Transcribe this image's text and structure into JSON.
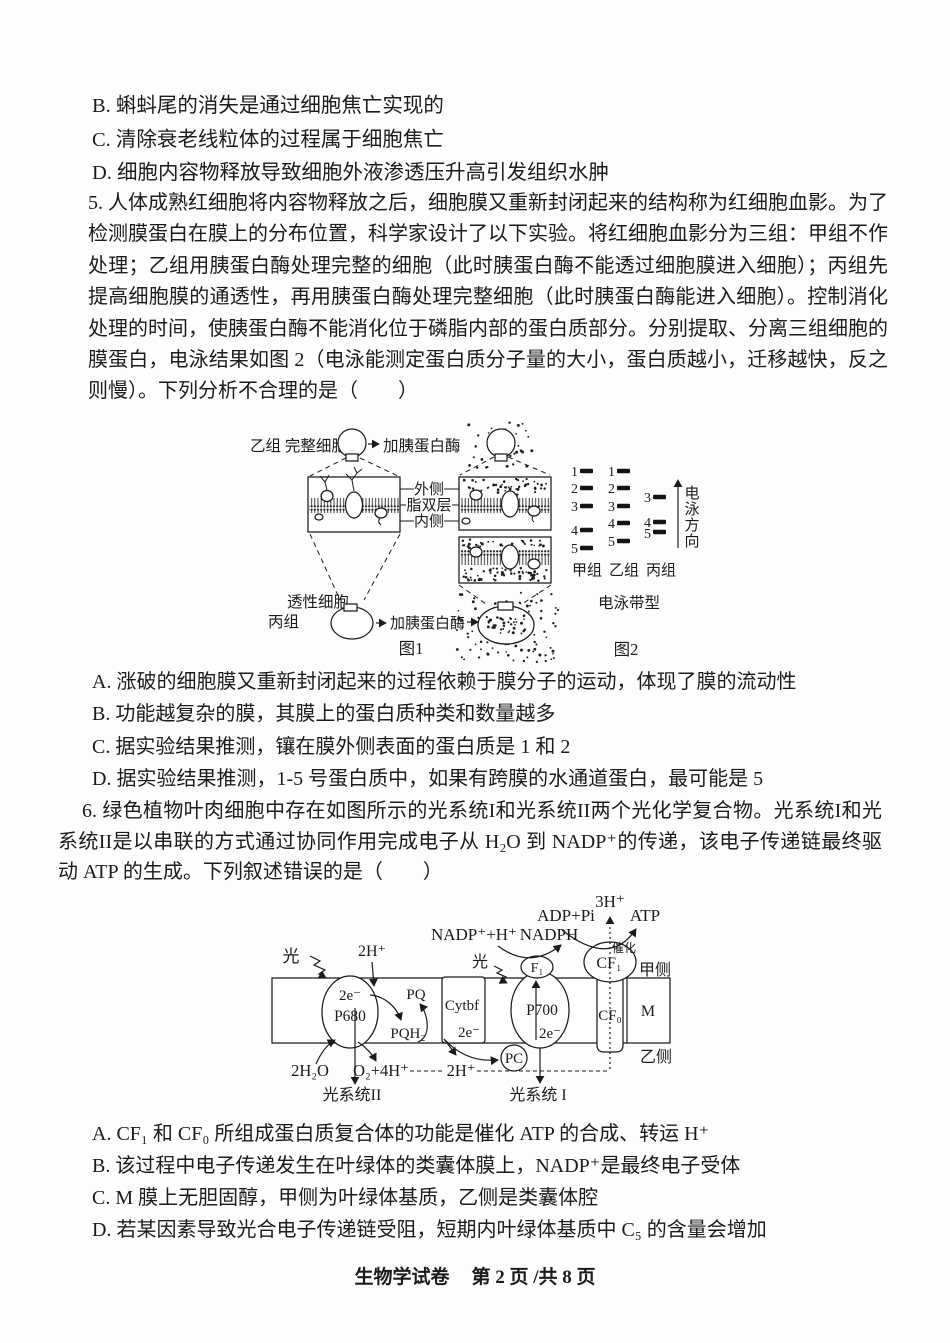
{
  "colors": {
    "ink": "#1b1b1b",
    "paper": "#fdfdfc"
  },
  "q4_options": [
    "B. 蝌蚪尾的消失是通过细胞焦亡实现的",
    "C. 清除衰老线粒体的过程属于细胞焦亡",
    "D. 细胞内容物释放导致细胞外液渗透压升高引发组织水肿"
  ],
  "q5": {
    "stem": "5. 人体成熟红细胞将内容物释放之后，细胞膜又重新封闭起来的结构称为红细胞血影。为了检测膜蛋白在膜上的分布位置，科学家设计了以下实验。将红细胞血影分为三组：甲组不作处理；乙组用胰蛋白酶处理完整的细胞（此时胰蛋白酶不能透过细胞膜进入细胞）；丙组先提高细胞膜的通透性，再用胰蛋白酶处理完整细胞（此时胰蛋白酶能进入细胞）。控制消化处理的时间，使胰蛋白酶不能消化位于磷脂内部的蛋白质部分。分别提取、分离三组细胞的膜蛋白，电泳结果如图 2（电泳能测定蛋白质分子量的大小，蛋白质越小，迁移越快，反之则慢）。下列分析不合理的是（　　）",
    "options": [
      "A. 涨破的细胞膜又重新封闭起来的过程依赖于膜分子的运动，体现了膜的流动性",
      "B. 功能越复杂的膜，其膜上的蛋白质种类和数量越多",
      "C. 据实验结果推测，镶在膜外侧表面的蛋白质是 1 和 2",
      "D. 据实验结果推测，1-5 号蛋白质中，如果有跨膜的水通道蛋白，最可能是 5"
    ]
  },
  "fig1": {
    "group_b": "乙组 完整细胞",
    "add_trypsin": "加胰蛋白酶",
    "outer": "外侧",
    "bilayer": "脂双层",
    "inner": "内侧",
    "perm_cell": "透性细胞",
    "group_c": "丙组",
    "caption": "图1"
  },
  "fig2": {
    "lanes": [
      {
        "name": "甲组",
        "bands": [
          "1",
          "2",
          "3",
          "4",
          "5"
        ]
      },
      {
        "name": "乙组",
        "bands": [
          "1",
          "2",
          "3",
          "4",
          "5"
        ]
      },
      {
        "name": "丙组",
        "bands": [
          "3",
          "4",
          "5"
        ]
      }
    ],
    "direction_label": "电泳方向",
    "caption": "电泳带型",
    "fig_label": "图2"
  },
  "q6": {
    "stem": "6. 绿色植物叶肉细胞中存在如图所示的光系统I和光系统II两个光化学复合物。光系统I和光系统II是以串联的方式通过协同作用完成电子从 H₂O 到 NADP⁺的传递，该电子传递链最终驱动 ATP 的生成。下列叙述错误的是（　　）",
    "options": [
      "A. CF₁ 和 CF₀ 所组成蛋白质复合体的功能是催化 ATP 的合成、转运 H⁺",
      "B. 该过程中电子传递发生在叶绿体的类囊体膜上，NADP⁺是最终电子受体",
      "C. M 膜上无胆固醇，甲侧为叶绿体基质，乙侧是类囊体腔",
      "D. 若某因素导致光合电子传递链受阻，短期内叶绿体基质中 C₅ 的含量会增加"
    ]
  },
  "fig3": {
    "light": "光",
    "h_in": "2H⁺",
    "e2": "2e⁻",
    "p680": "P680",
    "pq": "PQ",
    "pqh2": "PQH₂",
    "cytbf": "Cytbf",
    "pc": "PC",
    "p700": "P700",
    "f1": "F₁",
    "nadp": "NADP⁺+H⁺",
    "nadph": "NADPH",
    "cuihua": "催化",
    "cf1": "CF₁",
    "cf0": "CF₀",
    "h3": "3H⁺",
    "adp": "ADP+Pi",
    "atp": "ATP",
    "side_a": "甲侧",
    "side_b": "乙侧",
    "m": "M",
    "h2o": "2H₂O",
    "o2": "O₂+4H⁺",
    "h_out": "2H⁺",
    "ps2": "光系统II",
    "ps1": "光系统 I"
  },
  "footer": {
    "doc_title": "生物学试卷",
    "page_info": "第 2 页 /共 8 页"
  }
}
